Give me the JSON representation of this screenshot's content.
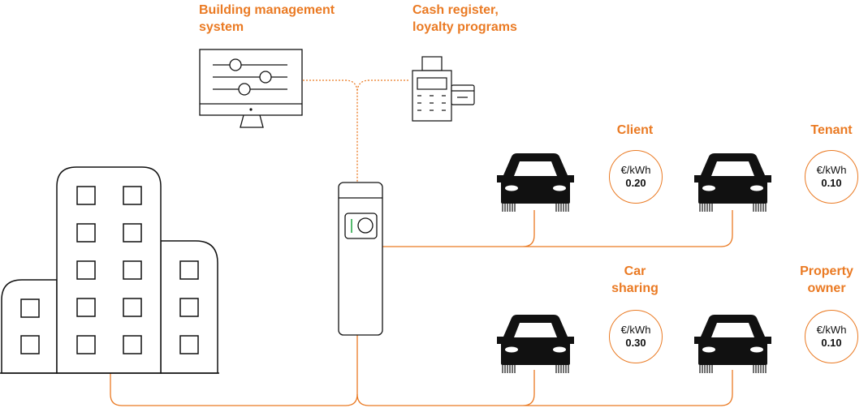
{
  "colors": {
    "accent": "#ea7a23",
    "stroke": "#111111",
    "car": "#111111",
    "background": "#ffffff"
  },
  "labels": {
    "bms": "Building management\nsystem",
    "cash": "Cash register,\nloyalty programs"
  },
  "icons": {
    "building": "building-icon",
    "monitor": "monitor-sliders-icon",
    "terminal": "payment-terminal-icon",
    "charger": "charging-station-icon",
    "car": "car-icon"
  },
  "users": [
    {
      "name": "Client",
      "unit": "€/kWh",
      "price": "0.20"
    },
    {
      "name": "Tenant",
      "unit": "€/kWh",
      "price": "0.10"
    },
    {
      "name": "Car\nsharing",
      "unit": "€/kWh",
      "price": "0.30"
    },
    {
      "name": "Property\nowner",
      "unit": "€/kWh",
      "price": "0.10"
    }
  ]
}
